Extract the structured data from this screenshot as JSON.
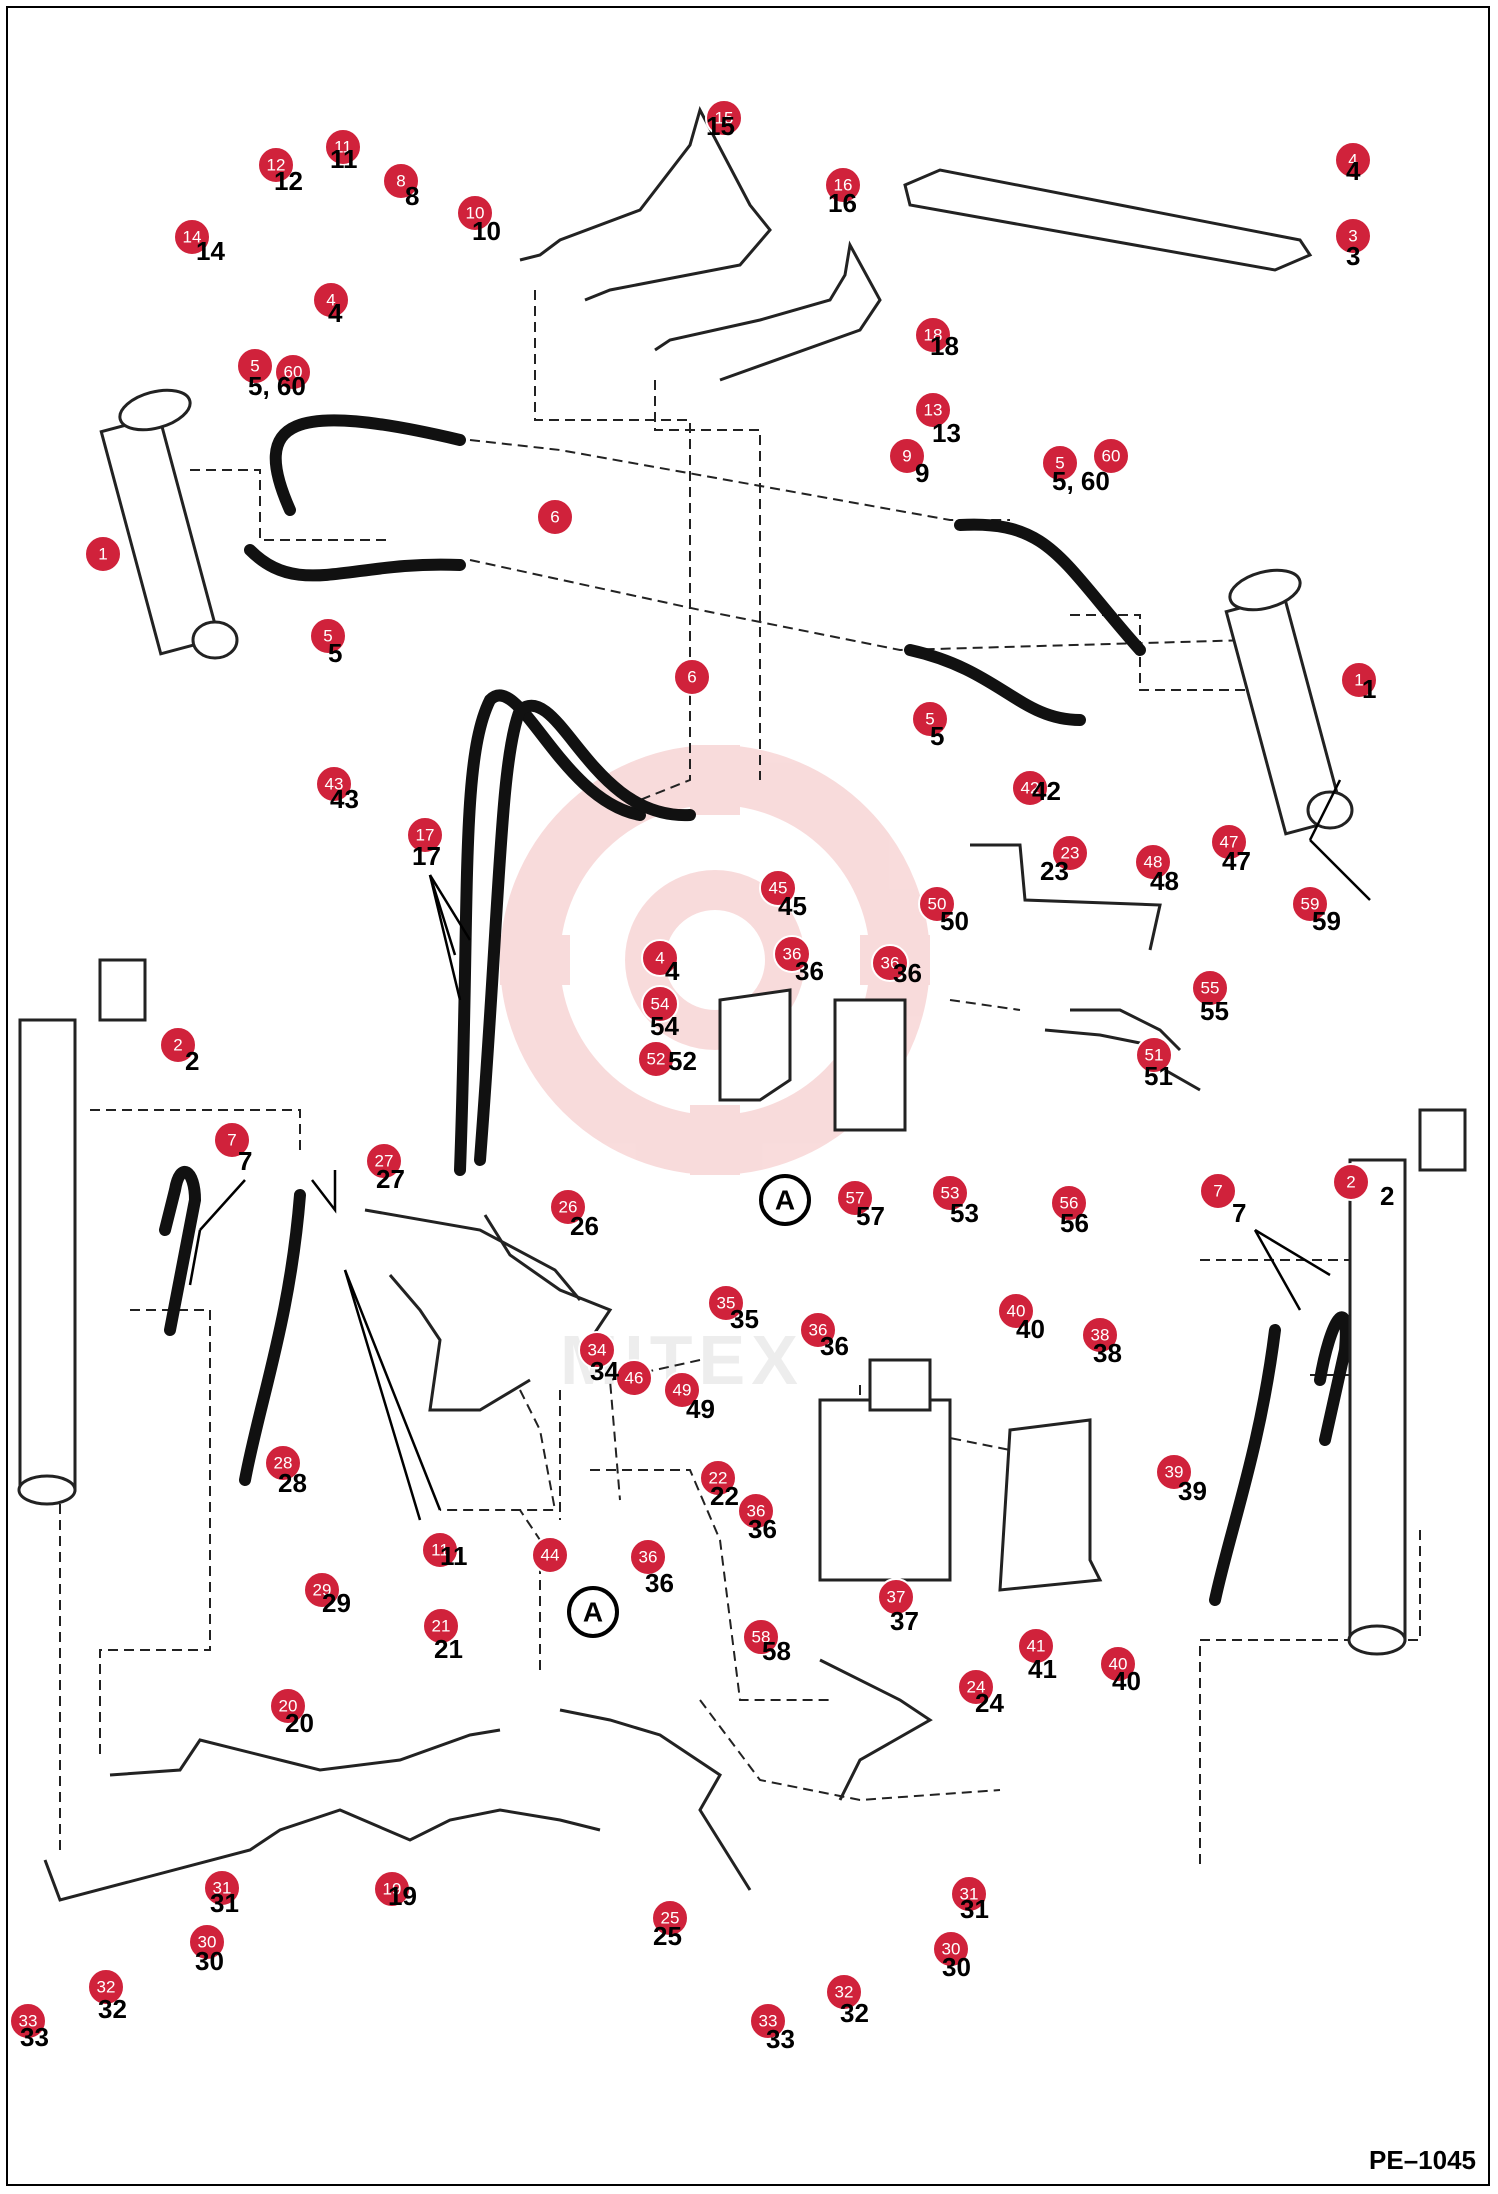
{
  "page_code": "PE–1045",
  "watermark": "MITEX",
  "reference_label": "A",
  "callouts": [
    {
      "id": "c1",
      "label": "15"
    },
    {
      "id": "c2",
      "label": "16"
    },
    {
      "id": "c3",
      "label": "4"
    },
    {
      "id": "c4",
      "label": "3"
    },
    {
      "id": "c5",
      "label": "12"
    },
    {
      "id": "c6",
      "label": "11"
    },
    {
      "id": "c7",
      "label": "8"
    },
    {
      "id": "c8",
      "label": "10"
    },
    {
      "id": "c9",
      "label": "14"
    },
    {
      "id": "c10",
      "label": "4"
    },
    {
      "id": "c11",
      "label": "18"
    },
    {
      "id": "c12",
      "label": "13"
    },
    {
      "id": "c13",
      "label": "9"
    },
    {
      "id": "c14",
      "label": "5"
    },
    {
      "id": "c15",
      "label": "60"
    },
    {
      "id": "c16",
      "label": "5"
    },
    {
      "id": "c17",
      "label": "60"
    },
    {
      "id": "c18",
      "label": "6"
    },
    {
      "id": "c19",
      "label": "1"
    },
    {
      "id": "c20",
      "label": "5"
    },
    {
      "id": "c21",
      "label": "6"
    },
    {
      "id": "c22",
      "label": "1"
    },
    {
      "id": "c23",
      "label": "5"
    },
    {
      "id": "c24",
      "label": "43"
    },
    {
      "id": "c25",
      "label": "42"
    },
    {
      "id": "c26",
      "label": "17"
    },
    {
      "id": "c27",
      "label": "23"
    },
    {
      "id": "c28",
      "label": "48"
    },
    {
      "id": "c29",
      "label": "47"
    },
    {
      "id": "c30",
      "label": "59"
    },
    {
      "id": "c31",
      "label": "45"
    },
    {
      "id": "c32",
      "label": "50"
    },
    {
      "id": "c33",
      "label": "4"
    },
    {
      "id": "c34",
      "label": "36"
    },
    {
      "id": "c35",
      "label": "36"
    },
    {
      "id": "c36",
      "label": "54"
    },
    {
      "id": "c37",
      "label": "55"
    },
    {
      "id": "c38",
      "label": "2"
    },
    {
      "id": "c39",
      "label": "52"
    },
    {
      "id": "c40",
      "label": "51"
    },
    {
      "id": "c41",
      "label": "7"
    },
    {
      "id": "c42",
      "label": "27"
    },
    {
      "id": "c43",
      "label": "57"
    },
    {
      "id": "c44",
      "label": "53"
    },
    {
      "id": "c45",
      "label": "56"
    },
    {
      "id": "c46",
      "label": "7"
    },
    {
      "id": "c47",
      "label": "2"
    },
    {
      "id": "c48",
      "label": "26"
    },
    {
      "id": "c49",
      "label": "35"
    },
    {
      "id": "c50",
      "label": "36"
    },
    {
      "id": "c51",
      "label": "40"
    },
    {
      "id": "c52",
      "label": "38"
    },
    {
      "id": "c53",
      "label": "34"
    },
    {
      "id": "c54",
      "label": "46"
    },
    {
      "id": "c55",
      "label": "49"
    },
    {
      "id": "c56",
      "label": "28"
    },
    {
      "id": "c57",
      "label": "22"
    },
    {
      "id": "c58",
      "label": "39"
    },
    {
      "id": "c59",
      "label": "36"
    },
    {
      "id": "c60",
      "label": "11"
    },
    {
      "id": "c61",
      "label": "44"
    },
    {
      "id": "c62",
      "label": "36"
    },
    {
      "id": "c63",
      "label": "37"
    },
    {
      "id": "c64",
      "label": "29"
    },
    {
      "id": "c65",
      "label": "58"
    },
    {
      "id": "c66",
      "label": "41"
    },
    {
      "id": "c67",
      "label": "40"
    },
    {
      "id": "c68",
      "label": "21"
    },
    {
      "id": "c69",
      "label": "20"
    },
    {
      "id": "c70",
      "label": "24"
    },
    {
      "id": "c71",
      "label": "19"
    },
    {
      "id": "c72",
      "label": "25"
    },
    {
      "id": "c73",
      "label": "31"
    },
    {
      "id": "c74",
      "label": "30"
    },
    {
      "id": "c75",
      "label": "32"
    },
    {
      "id": "c76",
      "label": "33"
    },
    {
      "id": "c77",
      "label": "31"
    },
    {
      "id": "c78",
      "label": "30"
    },
    {
      "id": "c79",
      "label": "32"
    },
    {
      "id": "c80",
      "label": "33"
    }
  ],
  "ghost_labels": [
    {
      "id": "g1",
      "label": "15"
    },
    {
      "id": "g2",
      "label": "16"
    },
    {
      "id": "g3",
      "label": "4"
    },
    {
      "id": "g4",
      "label": "3"
    },
    {
      "id": "g5",
      "label": "12"
    },
    {
      "id": "g6",
      "label": "8"
    },
    {
      "id": "g7",
      "label": "10"
    },
    {
      "id": "g8",
      "label": "14"
    },
    {
      "id": "g9",
      "label": "4"
    },
    {
      "id": "g10",
      "label": "18"
    },
    {
      "id": "g11",
      "label": "13"
    },
    {
      "id": "g12",
      "label": "9"
    },
    {
      "id": "g13",
      "label": "5, 60"
    },
    {
      "id": "g14",
      "label": "5, 60"
    },
    {
      "id": "g15",
      "label": "5"
    },
    {
      "id": "g16",
      "label": "5"
    },
    {
      "id": "g17",
      "label": "1"
    },
    {
      "id": "g18",
      "label": "43"
    },
    {
      "id": "g19",
      "label": "17"
    },
    {
      "id": "g20",
      "label": "42"
    },
    {
      "id": "g21",
      "label": "23"
    },
    {
      "id": "g22",
      "label": "48"
    },
    {
      "id": "g23",
      "label": "47"
    },
    {
      "id": "g24",
      "label": "59"
    },
    {
      "id": "g25",
      "label": "45"
    },
    {
      "id": "g26",
      "label": "36"
    },
    {
      "id": "g27",
      "label": "36"
    },
    {
      "id": "g28",
      "label": "4"
    },
    {
      "id": "g29",
      "label": "54"
    },
    {
      "id": "g30",
      "label": "55"
    },
    {
      "id": "g31",
      "label": "50"
    },
    {
      "id": "g32",
      "label": "2"
    },
    {
      "id": "g33",
      "label": "52"
    },
    {
      "id": "g34",
      "label": "51"
    },
    {
      "id": "g35",
      "label": "7"
    },
    {
      "id": "g36",
      "label": "27"
    },
    {
      "id": "g37",
      "label": "57"
    },
    {
      "id": "g38",
      "label": "53"
    },
    {
      "id": "g39",
      "label": "56"
    },
    {
      "id": "g40",
      "label": "7"
    },
    {
      "id": "g41",
      "label": "2"
    },
    {
      "id": "g42",
      "label": "26"
    },
    {
      "id": "g43",
      "label": "35"
    },
    {
      "id": "g44",
      "label": "36"
    },
    {
      "id": "g45",
      "label": "40"
    },
    {
      "id": "g46",
      "label": "38"
    },
    {
      "id": "g47",
      "label": "34"
    },
    {
      "id": "g48",
      "label": "49"
    },
    {
      "id": "g49",
      "label": "28"
    },
    {
      "id": "g50",
      "label": "22"
    },
    {
      "id": "g51",
      "label": "39"
    },
    {
      "id": "g52",
      "label": "11"
    },
    {
      "id": "g53",
      "label": "36"
    },
    {
      "id": "g54",
      "label": "36"
    },
    {
      "id": "g55",
      "label": "37"
    },
    {
      "id": "g56",
      "label": "29"
    },
    {
      "id": "g57",
      "label": "58"
    },
    {
      "id": "g58",
      "label": "41"
    },
    {
      "id": "g59",
      "label": "40"
    },
    {
      "id": "g60",
      "label": "21"
    },
    {
      "id": "g61",
      "label": "20"
    },
    {
      "id": "g62",
      "label": "24"
    },
    {
      "id": "g63",
      "label": "19"
    },
    {
      "id": "g64",
      "label": "25"
    },
    {
      "id": "g65",
      "label": "31"
    },
    {
      "id": "g66",
      "label": "30"
    },
    {
      "id": "g67",
      "label": "32"
    },
    {
      "id": "g68",
      "label": "33"
    },
    {
      "id": "g69",
      "label": "31"
    },
    {
      "id": "g70",
      "label": "30"
    },
    {
      "id": "g71",
      "label": "32"
    },
    {
      "id": "g72",
      "label": "33"
    },
    {
      "id": "g73",
      "label": "11"
    }
  ],
  "colors": {
    "callout": "#d0223b",
    "watermark": "#f2c4c4",
    "line": "#222222"
  }
}
